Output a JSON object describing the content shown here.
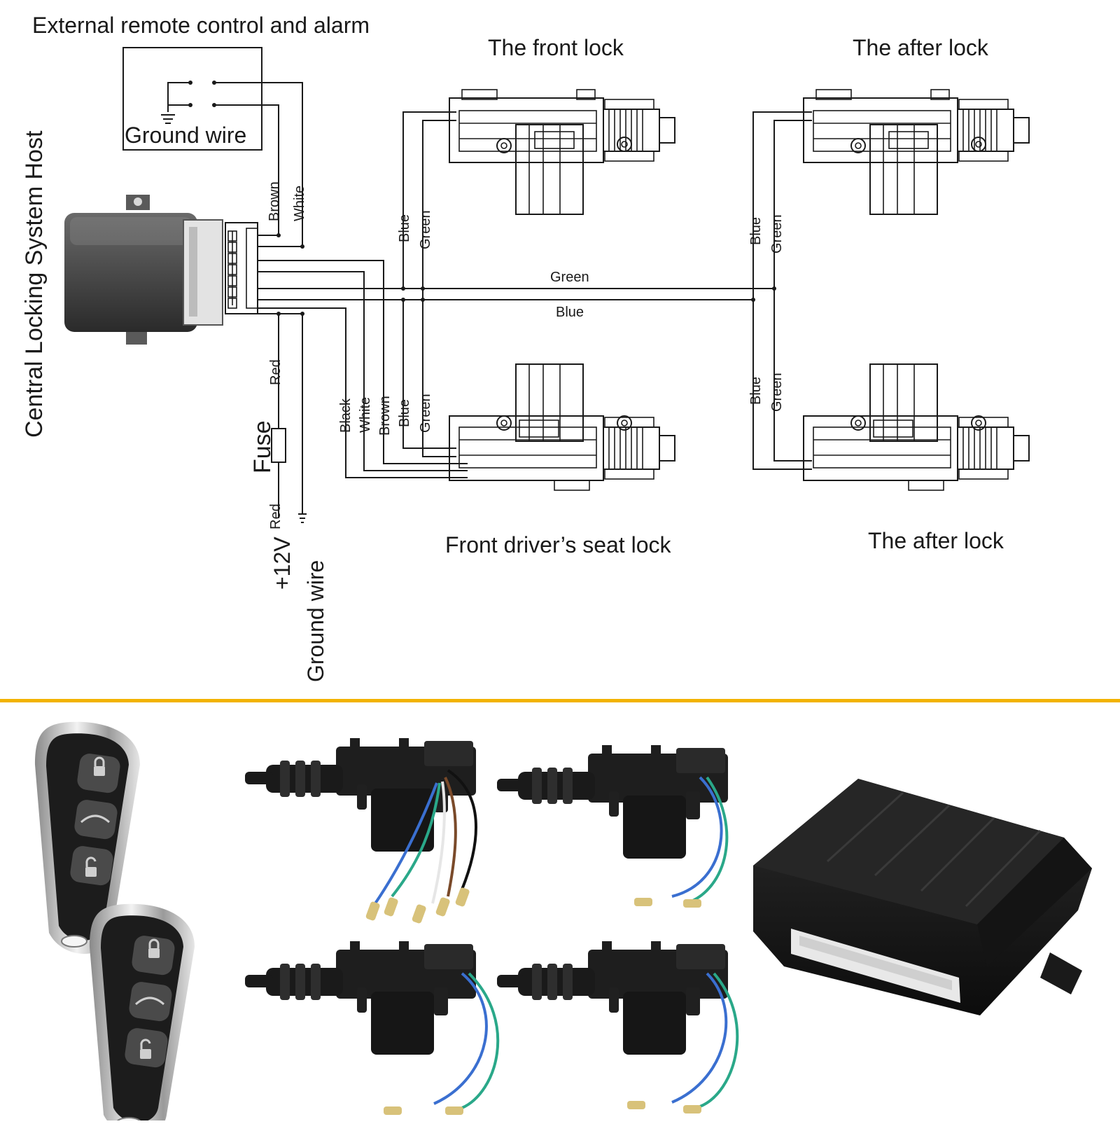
{
  "diagram": {
    "labels": {
      "external_remote": "External remote control and alarm",
      "host": "Central Locking System Host",
      "front_lock": "The front lock",
      "after_lock_top": "The after lock",
      "after_lock_bottom": "The after lock",
      "driver_lock": "Front driver’s seat lock",
      "ground_wire_box": "Ground wire",
      "ground_wire_bottom": "Ground wire",
      "fuse": "Fuse",
      "voltage": "+12V"
    },
    "wires": {
      "brown": "Brown",
      "white": "White",
      "red_top": "Red",
      "red_bottom": "Red",
      "green_main": "Green",
      "blue_main": "Blue",
      "front_blue": "Blue",
      "front_green": "Green",
      "after_top_blue": "Blue",
      "after_top_green": "Green",
      "after_bottom_blue": "Blue",
      "after_bottom_green": "Green",
      "drv_black": "Black",
      "drv_white": "White",
      "drv_brown": "Brown",
      "drv_blue": "Blue",
      "drv_green": "Green"
    }
  },
  "colors": {
    "divider": "#f2b300",
    "ink": "#1a1a1a",
    "product_black": "#1e1e1e",
    "chrome": "#c8c8c8",
    "wire_blue": "#3a6fd0",
    "wire_green": "#2aa889",
    "wire_brown": "#7a4a2a"
  }
}
